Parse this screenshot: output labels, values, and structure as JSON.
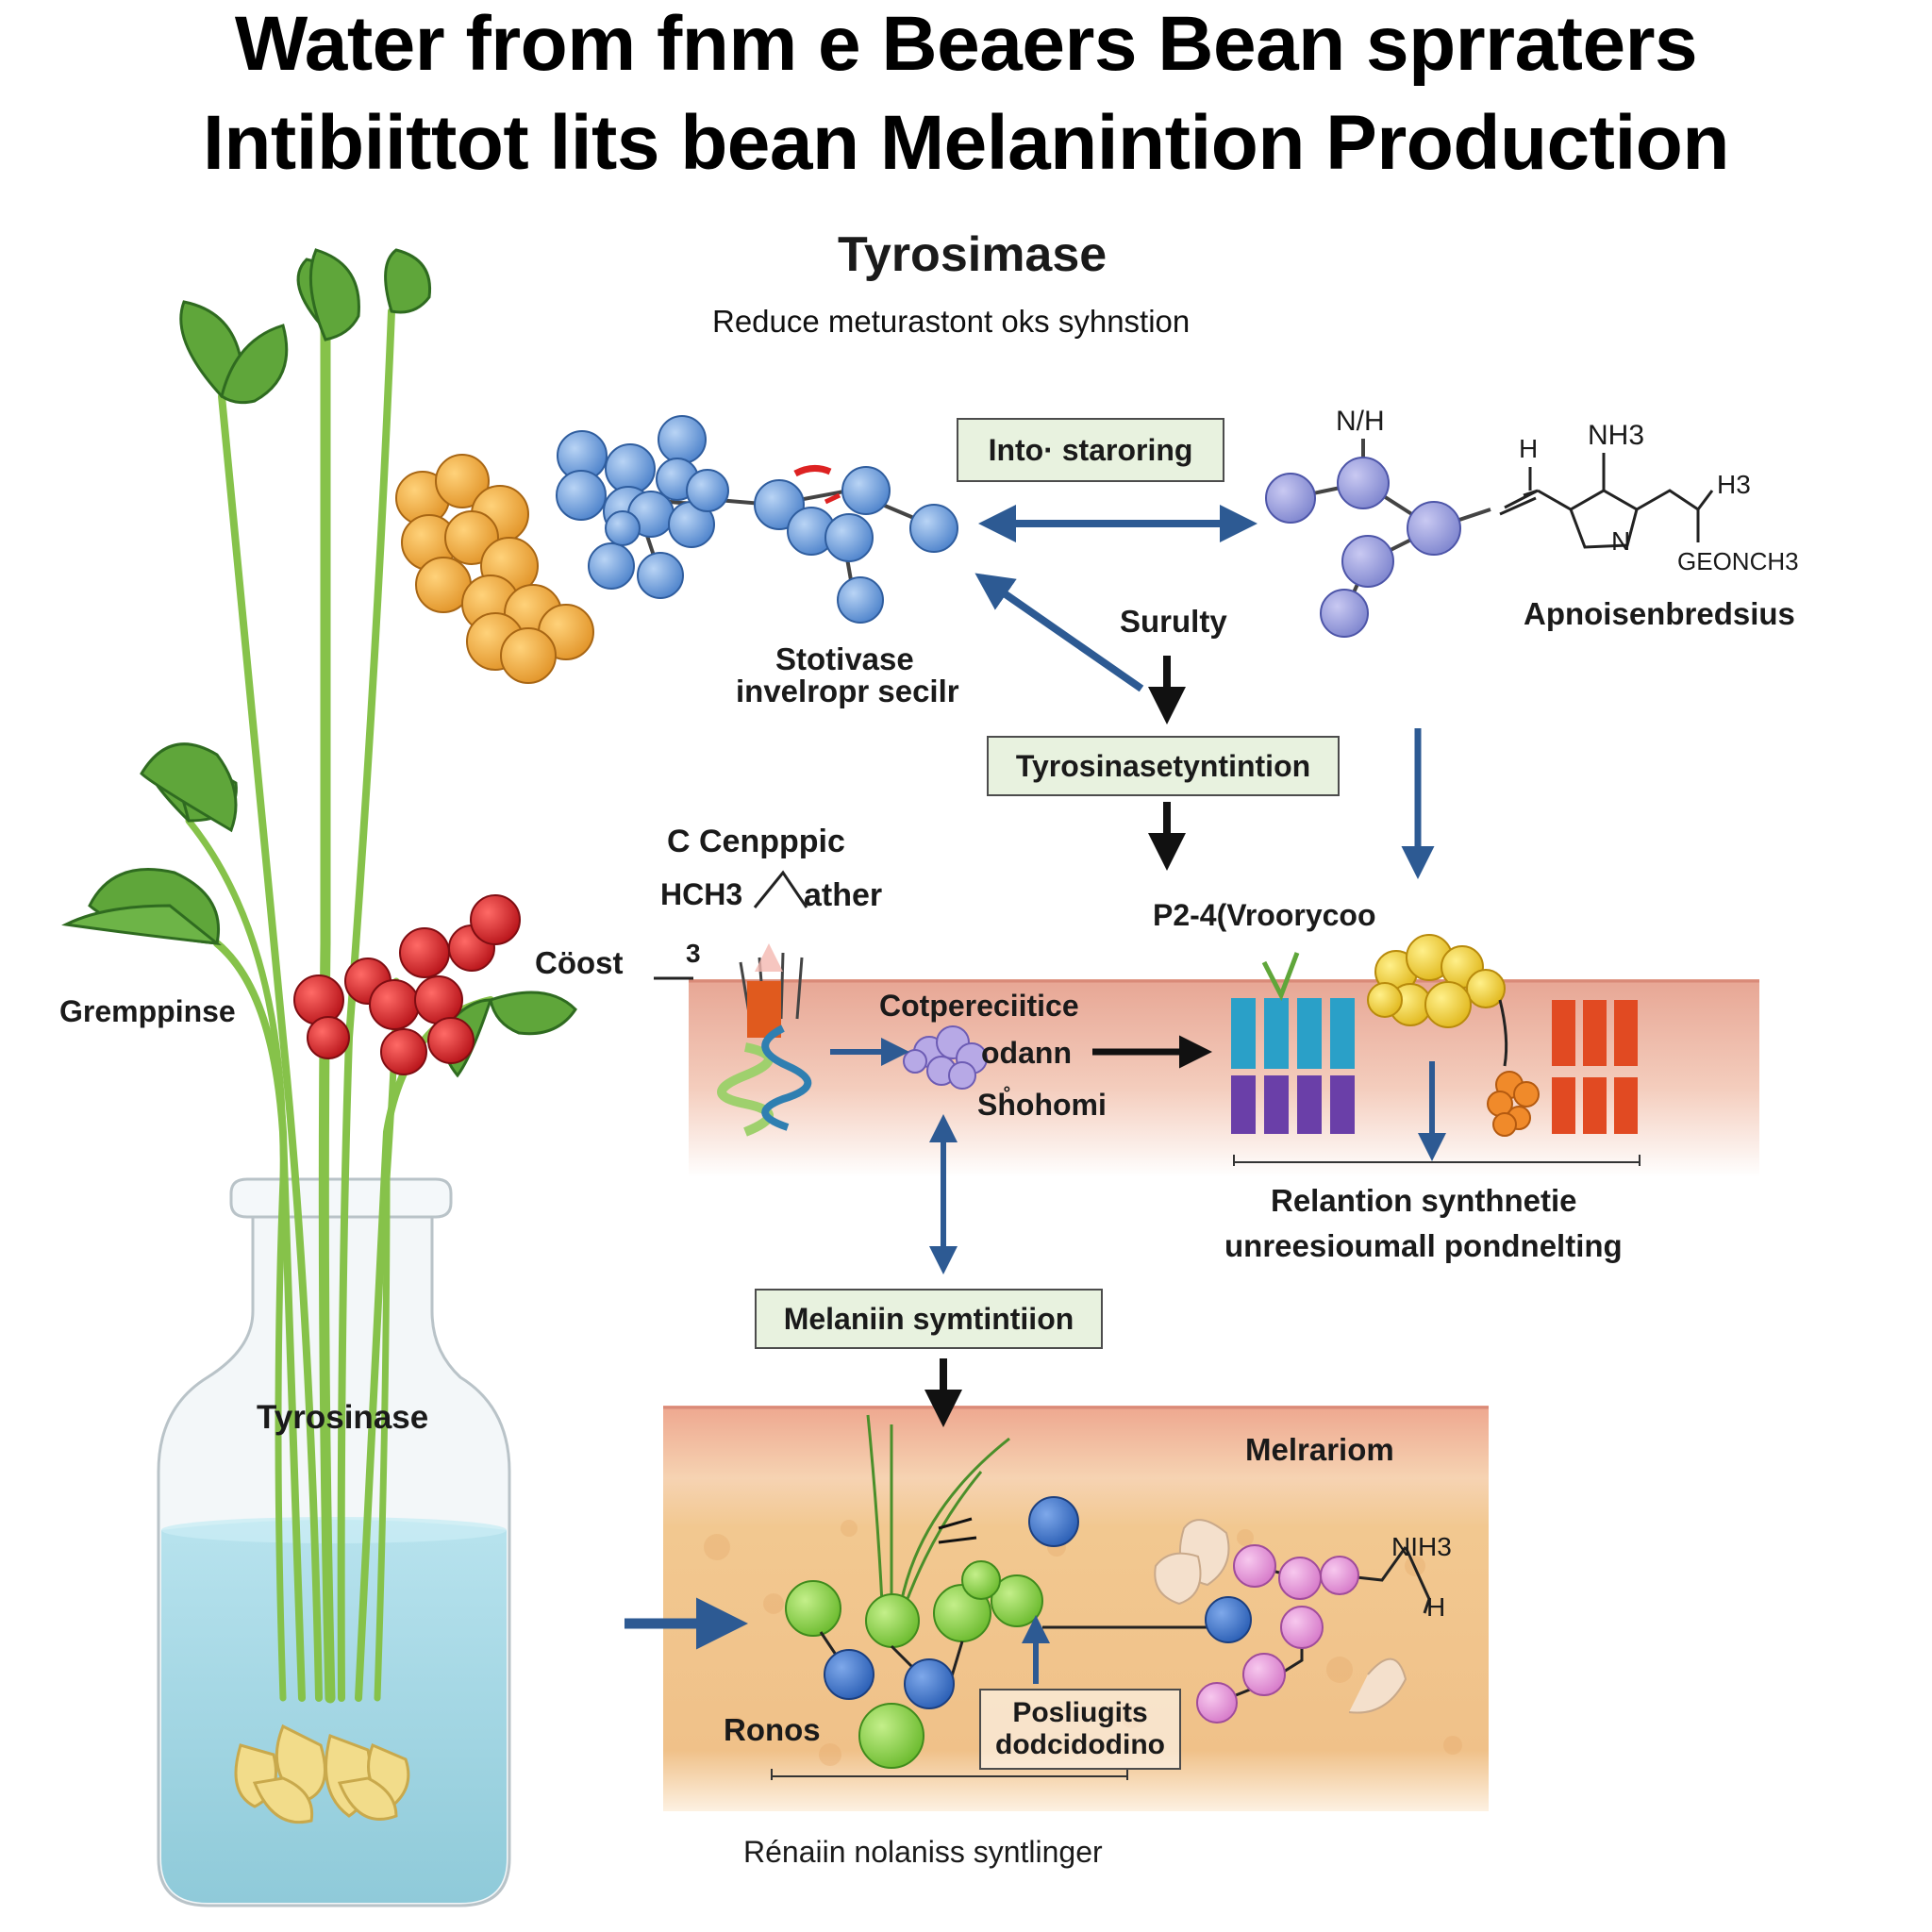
{
  "title_line1": "Water from fnm e Beaers Bean sprraters",
  "title_line2": "Intibiittot lits bean Melanintion Production",
  "heading": "Tyrosimase",
  "subheading": "Reduce meturastont oks syhnstion",
  "labels": {
    "into_staroring": "Into· staroring",
    "nh_top": "N/H",
    "nh3_right": "NH3",
    "h_left": "H",
    "h3_right": "H3",
    "n_ring": "N",
    "geonch3": "GEONCH3",
    "apnoisen": "Apnoisenbredsius",
    "surulty": "Surulty",
    "stotivase_1": "Stotivase",
    "stotivase_2": "invelropr secilr",
    "tyrosin_synt": "Tyrosinasetyntintion",
    "c_cenpppic": "C Cenpppic",
    "hch3": "HCH3",
    "ather": "ather",
    "coost": "Cöost",
    "coost_num": "3",
    "p24": "P2-4(Vroorycoo",
    "gremppinse": "Gremppinse",
    "cotpereciitice": "Cotpereciitice",
    "odann": "odann",
    "sphomi": "Sh̊ohomi",
    "relantion_1": "Relantion synthnetie",
    "relantion_2": "unreesioumall pondnelting",
    "tyrosinase_jar": "Tyrosinase",
    "melaniin_box": "Melaniin symtintiion",
    "melrariom": "Melrariom",
    "nh3_lower": "NIH3",
    "h_lower": "H",
    "ronos": "Ronos",
    "posliugits_1": "Posliugits",
    "posliugits_2": "dodcidodino",
    "renaiin": "Rénaiin nolaniss syntlinger"
  },
  "colors": {
    "arrow_blue": "#2d5a93",
    "arrow_black": "#111111",
    "molecule_blue": "#5b8fd6",
    "molecule_orange": "#eea43a",
    "berry_red": "#cc1e22",
    "leaf_green": "#5fa63a",
    "stem_green": "#86c24a",
    "water_blue": "#a7d9e6",
    "skin_pink": "#efb8a6",
    "skin_tan": "#f0c995",
    "box_fill": "#e8f2df"
  }
}
